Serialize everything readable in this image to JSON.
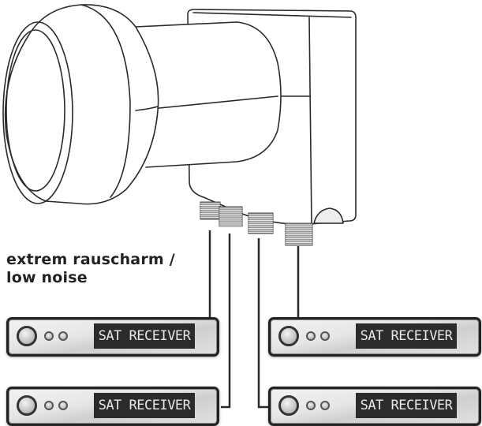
{
  "caption": {
    "line1": "extrem rauscharm /",
    "line2": "low noise"
  },
  "device": {
    "name": "LNB",
    "outputs": 4
  },
  "receivers": [
    {
      "label": "SAT RECEIVER"
    },
    {
      "label": "SAT RECEIVER"
    },
    {
      "label": "SAT RECEIVER"
    },
    {
      "label": "SAT RECEIVER"
    }
  ],
  "colors": {
    "line": "#2a2a2a",
    "display_bg": "#2b2b2b",
    "display_text": "#e8e8e8",
    "caption_text": "#222222"
  }
}
